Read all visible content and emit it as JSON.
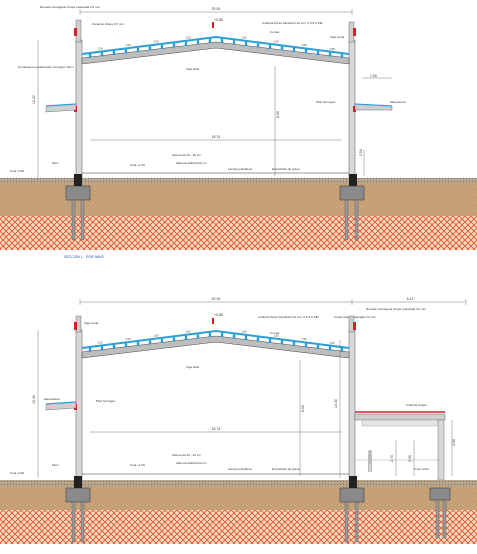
{
  "section1": {
    "caption": "SECCION 1 - POR NAVE",
    "dims": {
      "overall_width": "20.00",
      "interior_span": "18.74",
      "canopy": "1.50",
      "height_left": "10.22",
      "height_center": "8.00",
      "footing_height": "2.50",
      "ridge": "+0.85"
    },
    "labels": {
      "top_left_note": "Remate contraguas chapa prelacada 0,6 mm",
      "gutter_left": "Canal de chapa 0,6 mm",
      "cladding": "Cerramiento prefabricado hormigón 12cm",
      "roof_panel": "Cubierta Panel Sandwich 40 mm. 0,5-0,5-PIR",
      "purlin": "Correa",
      "main_beam": "Viga metal",
      "beam_label": "Viga delta",
      "column": "Pilar hormigón",
      "canopy_label": "Marquesina",
      "wall": "Muro",
      "floor_level": "Cota +1.50",
      "slab": "Solera HA-25 - 20 cm",
      "subbase": "Zahorra artificial 20 cm",
      "geotextile": "Lámina polietileno",
      "terrain": "Encachado de grava",
      "ground_level": "Cota -0.90"
    },
    "slopes": [
      "1.50",
      "1.50",
      "1.50",
      "1.50",
      "1.50",
      "1.50",
      "1.50",
      "1.50"
    ]
  },
  "section2": {
    "dims": {
      "overall_width": "20.00",
      "annex_width": "6.12",
      "interior_span": "18.74",
      "height_left": "10.40",
      "height_center": "8.00",
      "height_right": "10.40",
      "annex_height": "4.50",
      "annex_height_inner": "2.70",
      "annex_sub": "3.00",
      "ridge": "+0.85",
      "annex_level": "Cota +0,00"
    },
    "labels": {
      "main_beam": "Viga metal",
      "roof_panel": "Cubierta Panel Sandwich 40 mm. 0,5-0,5-PIR",
      "purlin": "Correa",
      "gutter_right": "Canal chapa prelacada 0,6 mm",
      "top_right_note": "Remate contraguas chapa prelacada 0,6 mm",
      "beam_label": "Viga delta",
      "canopy_label": "Marquesina",
      "column": "Pilar hormigón",
      "annex_roof": "Cubierta chapa",
      "wall": "Muro",
      "floor_level": "Cota +1.50",
      "slab": "Solera HA-25 - 20 cm",
      "subbase": "Zahorra artificial 20 cm",
      "geotextile": "Lámina polietileno",
      "terrain": "Encachado de grava",
      "ground_level": "Cota -0.90"
    },
    "slopes": [
      "1.50",
      "1.50",
      "1.50",
      "1.50",
      "1.50",
      "1.50",
      "1.50",
      "1.50"
    ]
  },
  "colors": {
    "soil": "#c9a47a",
    "soil_dark": "#a57e54",
    "hatch": "#e04a1a",
    "concrete": "#8a8a8a",
    "roof_blue": "#2a9fd6",
    "red_mark": "#d62020",
    "dim_line": "#555555"
  }
}
